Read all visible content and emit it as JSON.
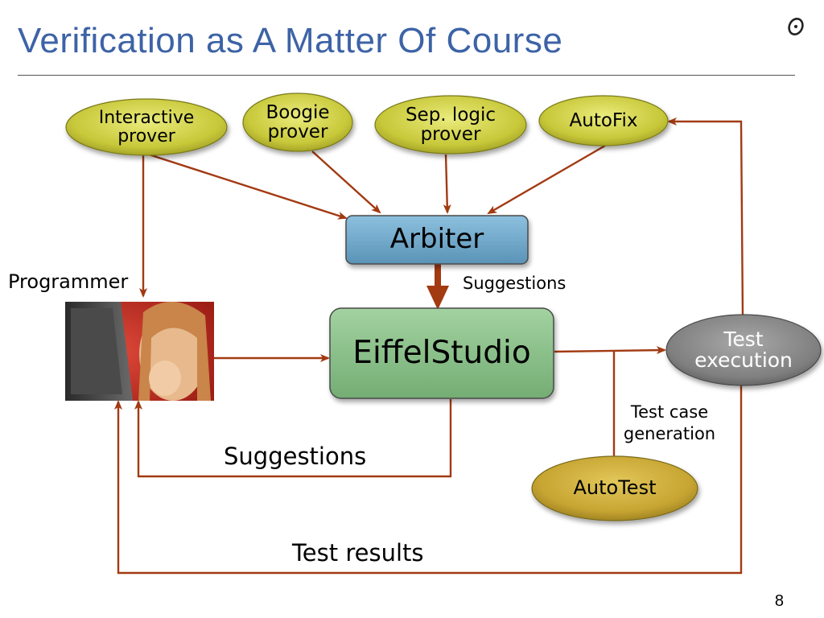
{
  "slide": {
    "title": "Verification as A Matter Of Course",
    "page_number": "8"
  },
  "nodes": {
    "interactive_prover": "Interactive\nprover",
    "boogie_prover": "Boogie\nprover",
    "sep_logic_prover": "Sep. logic\nprover",
    "autofix": "AutoFix",
    "arbiter": "Arbiter",
    "eiffelstudio": "EiffelStudio",
    "test_execution": "Test\nexecution",
    "autotest": "AutoTest"
  },
  "labels": {
    "programmer": "Programmer",
    "arbiter_suggestions": "Suggestions",
    "eiffel_suggestions": "Suggestions",
    "test_case_generation": "Test case\ngeneration",
    "test_results": "Test results"
  },
  "icons": {
    "logo": "eiffel-logo-icon",
    "programmer_photo": "programmer-photo"
  },
  "colors": {
    "title": "#3d63a6",
    "arrow": "#a23a12",
    "prover_fill": "#c8c83a",
    "arbiter_fill": "#6fa7c9",
    "eiffel_fill": "#86bf86",
    "test_exec_fill": "#7f7f7f",
    "autotest_fill": "#c7a532"
  }
}
